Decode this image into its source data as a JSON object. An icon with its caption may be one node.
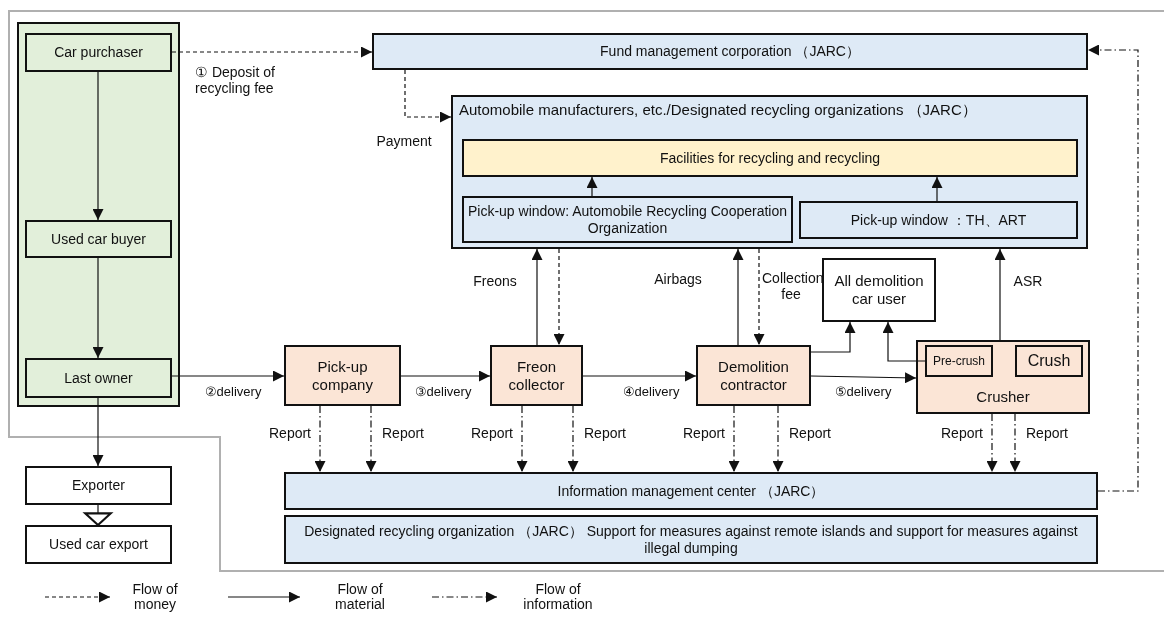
{
  "diagram": {
    "nodes": [
      {
        "text": [],
        "shape": "box"
      },
      {
        "text": [
          "Car purchaser"
        ],
        "in": 0
      },
      {
        "text": [
          "Used car buyer"
        ],
        "in": 0
      },
      {
        "text": [
          "Last owner"
        ],
        "in": 0
      },
      {
        "text": [
          "Exporter"
        ]
      },
      {
        "text": [
          "Used car export"
        ]
      },
      {
        "text": [
          "Fund management corporation （JARC）"
        ]
      },
      {
        "text": [
          "Automobile manufacturers, etc./Designated recycling organizations （JARC）"
        ]
      },
      {
        "text": [
          "Facilities for recycling and recycling"
        ],
        "in": 7
      },
      {
        "text": [
          "Pick-up window: Automobile Recycling Cooperation Organization"
        ],
        "in": 7
      },
      {
        "text": [
          "Pick-up window ：TH、ART"
        ],
        "in": 7
      },
      {
        "text": [
          "All demolition car user"
        ]
      },
      {
        "text": [
          "Pick-up company"
        ]
      },
      {
        "text": [
          "Freon collector"
        ]
      },
      {
        "text": [
          "Demolition contractor"
        ]
      },
      {
        "text": [
          "Crusher"
        ]
      },
      {
        "text": [
          "Pre-crush"
        ],
        "in": 15
      },
      {
        "text": [
          "Crush"
        ],
        "in": 15
      },
      {
        "text": [
          "Information management center （JARC）"
        ]
      },
      {
        "text": [
          "Designated recycling organization （JARC） Support for measures against remote islands and support for measures against illegal dumping"
        ]
      }
    ],
    "edges": [
      {
        "from": 1,
        "to": 6,
        "arrow": "to",
        "label": "① Deposit of recycling fee",
        "style": "dashed"
      },
      {
        "from": 6,
        "to": 7,
        "arrow": "to",
        "label": "Payment",
        "style": "dashed"
      },
      {
        "from": 1,
        "to": 2,
        "arrow": "to"
      },
      {
        "from": 2,
        "to": 3,
        "arrow": "to"
      },
      {
        "from": 3,
        "to": 4,
        "arrow": "to"
      },
      {
        "from": 4,
        "to": 5,
        "arrow": "to"
      },
      {
        "from": 3,
        "to": 12,
        "arrow": "to",
        "label": "②delivery"
      },
      {
        "from": 12,
        "to": 13,
        "arrow": "to",
        "label": "③delivery"
      },
      {
        "from": 13,
        "to": 14,
        "arrow": "to",
        "label": "④delivery"
      },
      {
        "from": 14,
        "to": 15,
        "arrow": "to",
        "label": "⑤delivery"
      },
      {
        "from": 13,
        "to": 7,
        "arrow": "to",
        "label": "Freons"
      },
      {
        "from": 7,
        "to": 13,
        "arrow": "to",
        "style": "dashed"
      },
      {
        "from": 14,
        "to": 7,
        "arrow": "to",
        "label": "Airbags"
      },
      {
        "from": 7,
        "to": 14,
        "arrow": "to",
        "label": "Collection fee",
        "style": "dashed"
      },
      {
        "from": 14,
        "to": 11,
        "arrow": "to"
      },
      {
        "from": 16,
        "to": 11,
        "arrow": "to"
      },
      {
        "from": 15,
        "to": 7,
        "arrow": "to",
        "label": "ASR"
      },
      {
        "from": 9,
        "to": 8,
        "arrow": "to"
      },
      {
        "from": 10,
        "to": 8,
        "arrow": "to"
      },
      {
        "from": 12,
        "to": 18,
        "arrow": "to",
        "label": "Report",
        "style": "dashed"
      },
      {
        "from": 12,
        "to": 18,
        "arrow": "to",
        "label": "Report",
        "style": "dashed"
      },
      {
        "from": 13,
        "to": 18,
        "arrow": "to",
        "label": "Report",
        "style": "dashed"
      },
      {
        "from": 13,
        "to": 18,
        "arrow": "to",
        "label": "Report",
        "style": "dashed"
      },
      {
        "from": 14,
        "to": 18,
        "arrow": "to",
        "label": "Report",
        "style": "dashed"
      },
      {
        "from": 14,
        "to": 18,
        "arrow": "to",
        "label": "Report",
        "style": "dashed"
      },
      {
        "from": 15,
        "to": 18,
        "arrow": "to",
        "label": "Report",
        "style": "dashed"
      },
      {
        "from": 15,
        "to": 18,
        "arrow": "to",
        "label": "Report",
        "style": "dashed"
      },
      {
        "from": 18,
        "to": 6,
        "arrow": "to",
        "style": "dashed"
      }
    ],
    "legend": [
      {
        "text": "Flow of money"
      },
      {
        "text": "Flow of material"
      },
      {
        "text": "Flow of information"
      }
    ]
  }
}
